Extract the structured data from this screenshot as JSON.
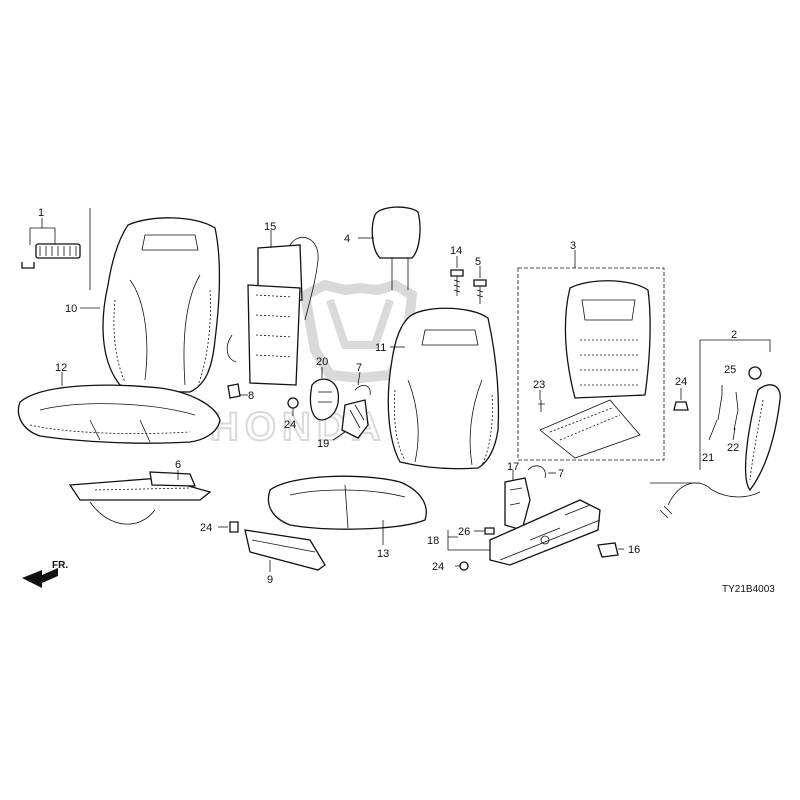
{
  "diagram_code": "TY21B4003",
  "front_marker": "FR.",
  "watermark": "HONDA",
  "callouts": {
    "c1": "1",
    "c2": "2",
    "c3": "3",
    "c4": "4",
    "c5": "5",
    "c6": "6",
    "c7a": "7",
    "c7b": "7",
    "c8": "8",
    "c9": "9",
    "c10": "10",
    "c11": "11",
    "c12": "12",
    "c13": "13",
    "c14": "14",
    "c15": "15",
    "c16": "16",
    "c17": "17",
    "c18": "18",
    "c19": "19",
    "c20": "20",
    "c21": "21",
    "c22": "22",
    "c23": "23",
    "c24a": "24",
    "c24b": "24",
    "c24c": "24",
    "c24d": "24",
    "c25": "25",
    "c26": "26"
  }
}
